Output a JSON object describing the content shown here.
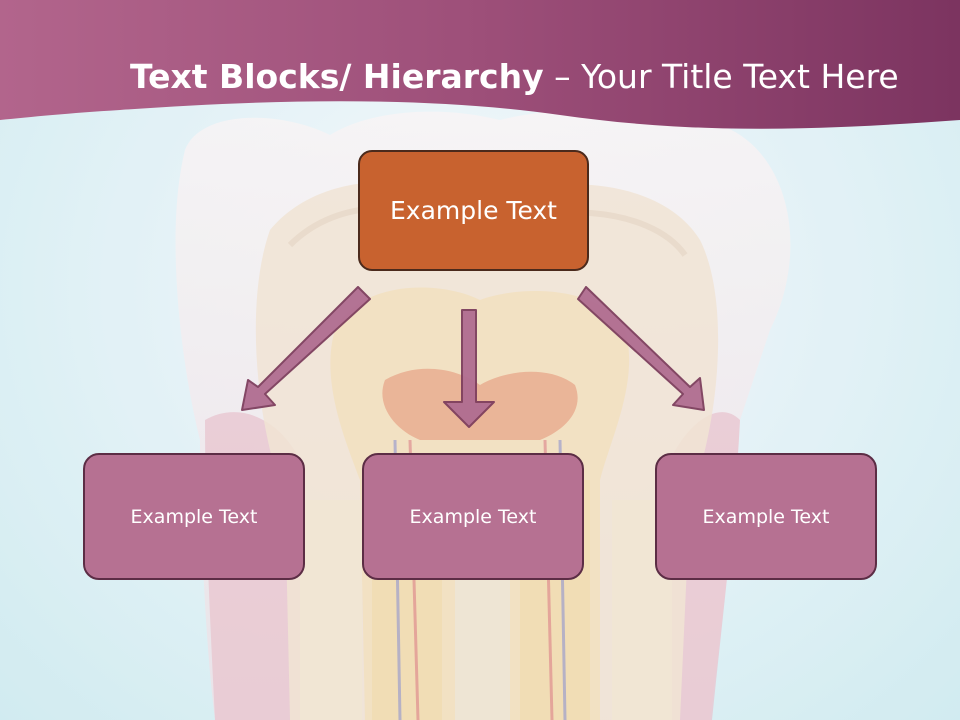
{
  "slide": {
    "title_bold": "Text Blocks/ Hierarchy",
    "title_rest": " – Your Title Text Here"
  },
  "hierarchy": {
    "top": "Example Text",
    "children": [
      "Example Text",
      "Example Text",
      "Example Text"
    ]
  },
  "colors": {
    "header": "#9b4f78",
    "top_box": "#c8622f",
    "child_box": "#b67192",
    "arrow": "#b06d91"
  }
}
